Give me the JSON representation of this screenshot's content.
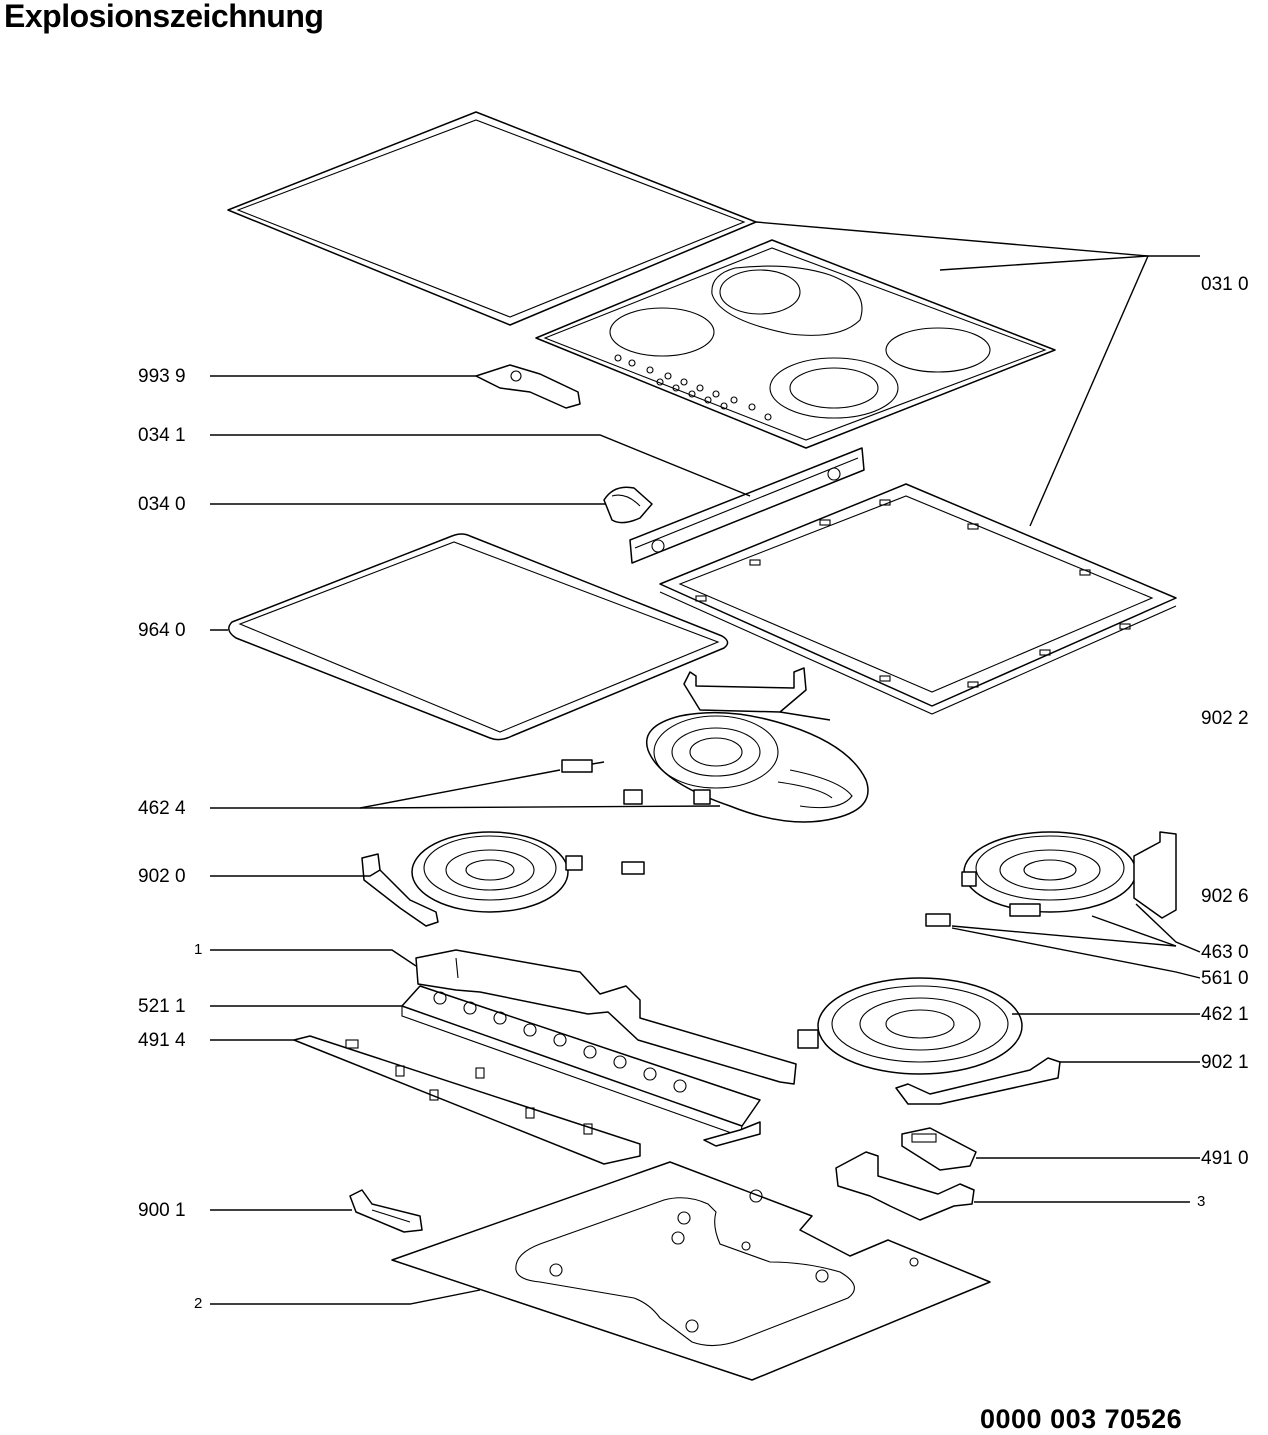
{
  "title": "Explosionszeichnung",
  "document_number": "0000 003 70526",
  "left_labels": [
    "993 9",
    "034 1",
    "034 0",
    "964 0",
    "462 4",
    "902 0",
    "1",
    "521 1",
    "491 4",
    "900 1",
    "2"
  ],
  "right_labels": [
    "031 0",
    "902 2",
    "902 6",
    "463 0",
    "561 0",
    "462 1",
    "902 1",
    "491 0",
    "3"
  ]
}
